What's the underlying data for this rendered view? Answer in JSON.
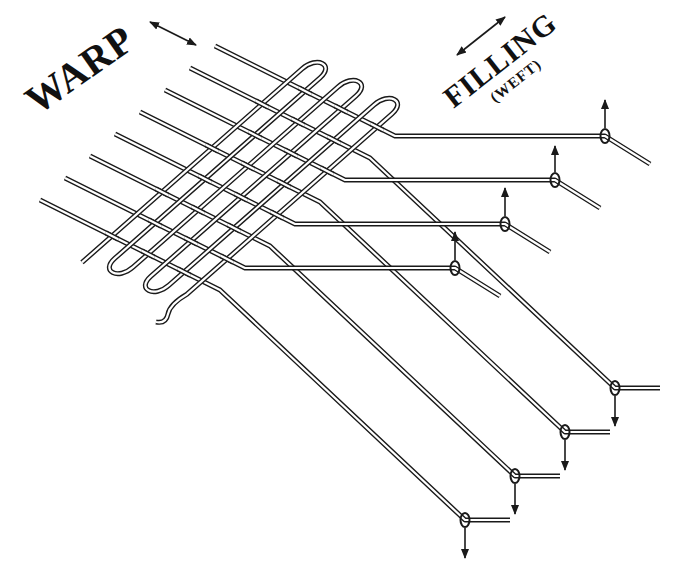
{
  "diagram": {
    "labels": [
      "WARP",
      "FILLING",
      "(WEFT)"
    ]
  }
}
